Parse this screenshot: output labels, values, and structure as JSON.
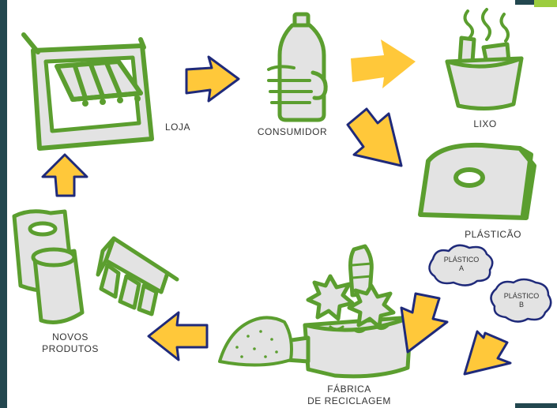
{
  "colors": {
    "outline": "#5b9e2f",
    "fill": "#e3e3e3",
    "arrow_fill": "#ffc83a",
    "arrow_outline": "#1f2a7a",
    "frame": "#23474f",
    "frame_accent": "#9ccd3f"
  },
  "labels": {
    "loja": "LOJA",
    "consumidor": "CONSUMIDOR",
    "lixo": "LIXO",
    "plastico": "PLÁSTICÃO",
    "plastico_a": "PLÁSTICO\nA",
    "plastico_b": "PLÁSTICO\nB",
    "fabrica": "FÁBRICA\nDE RECICLAGEM",
    "novos_produtos": "NOVOS\nPRODUTOS"
  }
}
